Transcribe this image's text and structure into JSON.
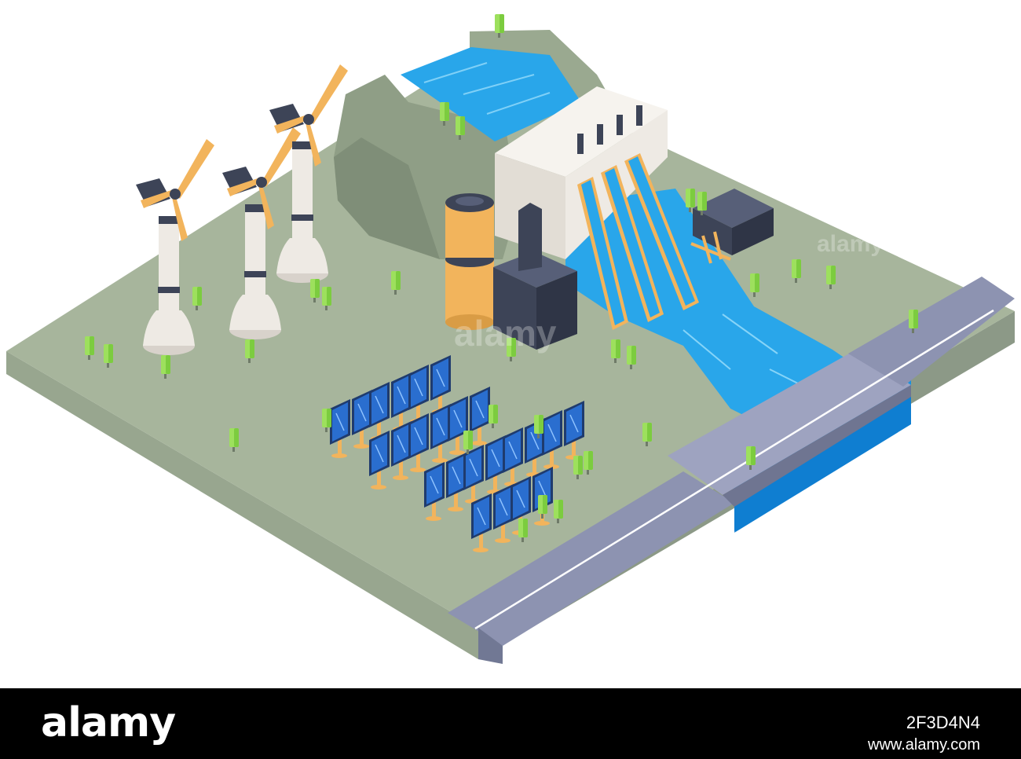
{
  "scene": {
    "subject": "isometric renewable energy landscape",
    "elements": [
      "wind-turbines",
      "hydroelectric-dam",
      "solar-panels",
      "storage-tanks",
      "river",
      "road-bridge",
      "trees"
    ],
    "colors": {
      "ground_top": "#a7b59c",
      "ground_left_side": "#98a68f",
      "ground_right_side": "#8c9987",
      "hill": "#8f9e86",
      "water": "#29a6ea",
      "water_dark": "#0f7ed1",
      "turbine_blade": "#f2b45c",
      "solar_panel": "#2a6ecf",
      "dam_wall": "#eeeae4",
      "machinery": "#3d4457",
      "road": "#8d93b1",
      "tree": "#9de05d"
    },
    "watermark_text": "alamy"
  },
  "footer": {
    "logo": "alamy",
    "image_id": "2F3D4N4",
    "url": "www.alamy.com"
  }
}
